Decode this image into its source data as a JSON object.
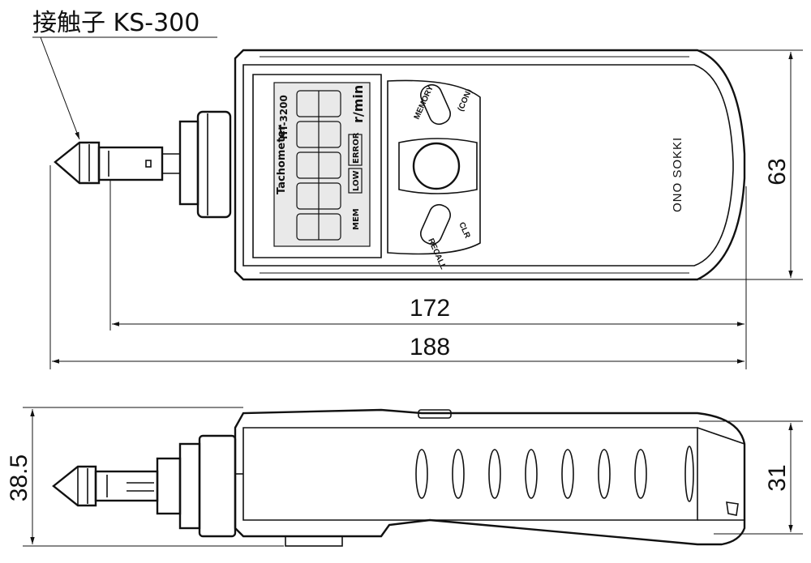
{
  "callout": {
    "label": "接触子 KS-300"
  },
  "dimensions": {
    "width_body": "172",
    "width_total": "188",
    "height_top": "63",
    "height_side_total": "38.5",
    "height_side_body": "31"
  },
  "device": {
    "lcd_title": "Tachometer",
    "model": "HT-3200",
    "unit": "r/min",
    "lcd_flags": [
      "ERROR",
      "LOW"
    ],
    "mem_label": "MEM",
    "btn_top_label": "MEMORY",
    "btn_top_sub": "(CON)",
    "btn_bottom_label": "RECALL",
    "btn_bottom_sub": "CLR",
    "logo": "ONO SOKKI"
  }
}
